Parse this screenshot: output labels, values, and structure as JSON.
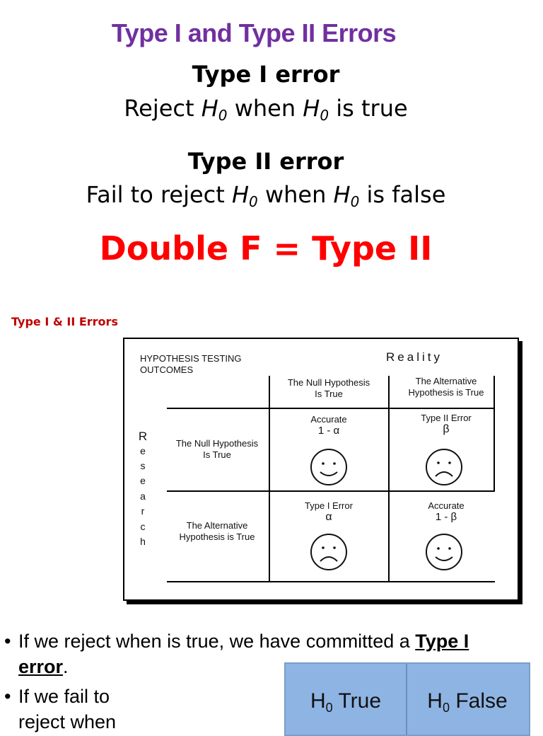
{
  "title": "Type I and Type II Errors",
  "type1": {
    "heading": "Type I error",
    "w1": "Reject",
    "h": "H",
    "sub": "0",
    "w2": "when",
    "w3": "is true"
  },
  "type2": {
    "heading": "Type II error",
    "w1": "Fail to reject",
    "h": "H",
    "sub": "0",
    "w2": "when",
    "w3": "is false"
  },
  "mnemonic": "Double F = Type II",
  "small_heading": "Type I & II Errors",
  "diagram": {
    "corner": [
      "HYPOTHESIS TESTING",
      "OUTCOMES"
    ],
    "reality": "Reality",
    "col1": [
      "The Null Hypothesis",
      "Is True"
    ],
    "col2": [
      "The Alternative",
      "Hypothesis is True"
    ],
    "row1": [
      "The Null Hypothesis",
      "Is True"
    ],
    "row2": [
      "The Alternative",
      "Hypothesis is True"
    ],
    "research_letters": [
      "R",
      "e",
      "s",
      "e",
      "a",
      "r",
      "c",
      "h"
    ],
    "c11": [
      "Accurate",
      "1 - α"
    ],
    "c12": [
      "Type II Error",
      "β"
    ],
    "c21": [
      "Type I Error",
      "α"
    ],
    "c22": [
      "Accurate",
      "1 - β"
    ]
  },
  "bullets": {
    "b1_text": "If we reject  when  is true, we have committed a ",
    "b1_bold_a": "Type I",
    "b1_bold_b": "error",
    "b1_end": ".",
    "b2_text": "If we fail to",
    "b3_text": "reject  when"
  },
  "htable": {
    "h": "H",
    "sub": "0",
    "true_label": "True",
    "false_label": "False"
  },
  "colors": {
    "title": "#7030a0",
    "mnemonic": "#ff0000",
    "small_heading": "#c00000",
    "table_fill": "#8eb4e3"
  }
}
